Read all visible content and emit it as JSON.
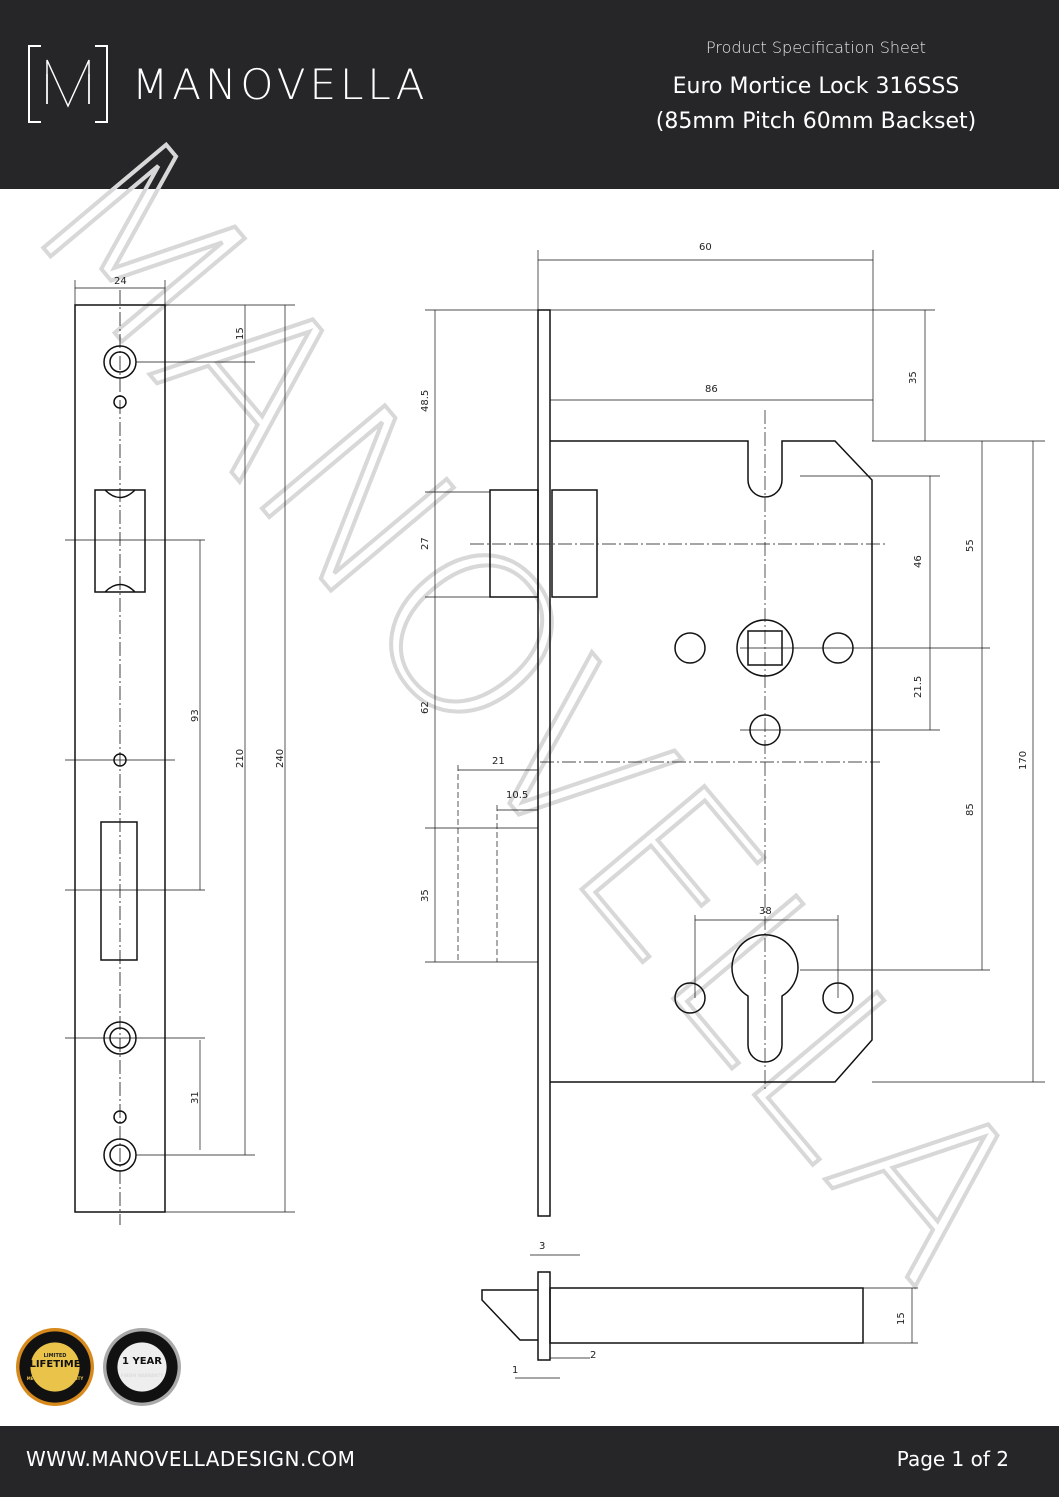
{
  "header": {
    "brand": "MANOVELLA",
    "logo_letter": "M",
    "subtitle": "Product Specification Sheet",
    "title_line1": "Euro Mortice Lock 316SSS",
    "title_line2": "(85mm Pitch 60mm Backset)"
  },
  "watermark": "MANOVELLA",
  "faceplate_view": {
    "dims": {
      "width": "24",
      "top": "15",
      "mid": "93",
      "hole_pitch": "210",
      "length": "240",
      "bottom": "31"
    }
  },
  "side_view": {
    "dims": {
      "backset": "60",
      "case_depth": "86",
      "top_to_case": "35",
      "top_to_latch": "48.5",
      "latch_height": "27",
      "latch_to_follower": "62",
      "lower": "35",
      "follower_up": "46",
      "follower_down": "21.5",
      "to_case_top": "55",
      "pitch": "85",
      "case_height": "170",
      "offset": "21",
      "half_offset": "10.5",
      "cylinder_width": "38"
    }
  },
  "bolt_view": {
    "dims": {
      "plate": "3",
      "bolt_height": "15",
      "gap": "1",
      "thick": "2"
    }
  },
  "badges": [
    {
      "small": "LIMITED",
      "main": "LIFETIME",
      "foot": "MECHANICAL WARRANTY"
    },
    {
      "small": "",
      "main": "1 YEAR",
      "foot": "FINISH WARRANTY"
    }
  ],
  "footer": {
    "url": "WWW.MANOVELLADESIGN.COM",
    "page": "Page 1 of 2"
  },
  "colors": {
    "header_bg": "#262628",
    "watermark": "#d8d8d8",
    "line": "#111111"
  }
}
